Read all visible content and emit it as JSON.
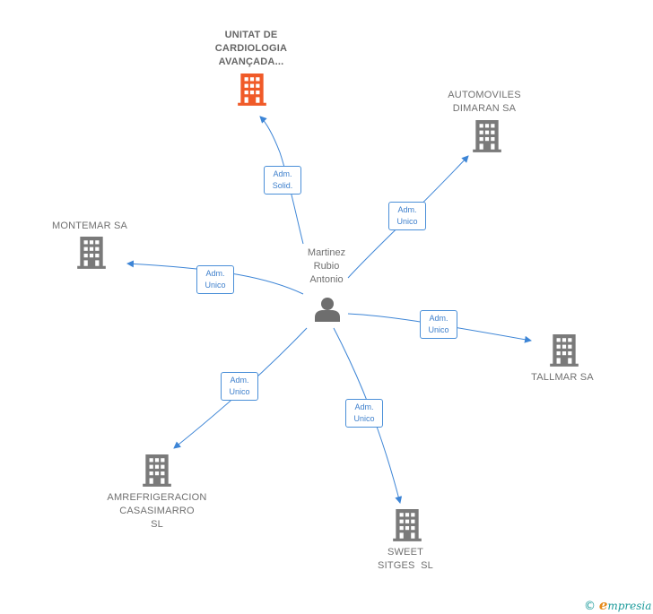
{
  "center": {
    "name_lines": [
      "Martinez",
      "Rubio",
      "Antonio"
    ],
    "icon": "person-icon"
  },
  "companies": [
    {
      "id": "unitat",
      "lines": [
        "UNITAT DE",
        "CARDIOLOGIA",
        "AVANÇADA..."
      ],
      "highlight": true,
      "icon": "building-icon"
    },
    {
      "id": "automoviles",
      "lines": [
        "AUTOMOVILES",
        "DIMARAN SA"
      ],
      "icon": "building-icon"
    },
    {
      "id": "montemar",
      "lines": [
        "MONTEMAR SA"
      ],
      "icon": "building-icon"
    },
    {
      "id": "tallmar",
      "lines": [
        "TALLMAR SA"
      ],
      "icon": "building-icon"
    },
    {
      "id": "amrefrigeracion",
      "lines": [
        "AMREFRIGERACION",
        "CASASIMARRO",
        "SL"
      ],
      "icon": "building-icon"
    },
    {
      "id": "sweet",
      "lines": [
        "SWEET",
        "SITGES  SL"
      ],
      "icon": "building-icon"
    }
  ],
  "edges": [
    {
      "to": "unitat",
      "role": [
        "Adm.",
        "Solid."
      ]
    },
    {
      "to": "automoviles",
      "role": [
        "Adm.",
        "Unico"
      ]
    },
    {
      "to": "montemar",
      "role": [
        "Adm.",
        "Unico"
      ]
    },
    {
      "to": "tallmar",
      "role": [
        "Adm.",
        "Unico"
      ]
    },
    {
      "to": "amrefrigeracion",
      "role": [
        "Adm.",
        "Unico"
      ]
    },
    {
      "to": "sweet",
      "role": [
        "Adm.",
        "Unico"
      ]
    }
  ],
  "colors": {
    "edge": "#3d85d6",
    "building": "#7a7a7a",
    "highlight": "#f05a28",
    "person": "#6e6e6e"
  },
  "footer": {
    "copyright": "©",
    "brand_initial": "e",
    "brand_rest": "mpresia"
  }
}
